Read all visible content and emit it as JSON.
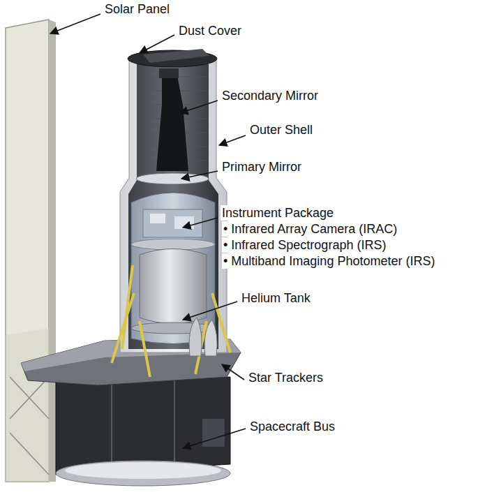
{
  "diagram": {
    "labels": [
      "Solar Panel",
      "Dust Cover",
      "Secondary Mirror",
      "Outer Shell",
      "Primary Mirror",
      "Instrument Package",
      "• Infrared Array Camera (IRAC)",
      "• Infrared Spectrograph (IRS)",
      "• Multiband Imaging Photometer (IRS)",
      "Helium Tank",
      "Star Trackers",
      "Spacecraft Bus"
    ]
  }
}
